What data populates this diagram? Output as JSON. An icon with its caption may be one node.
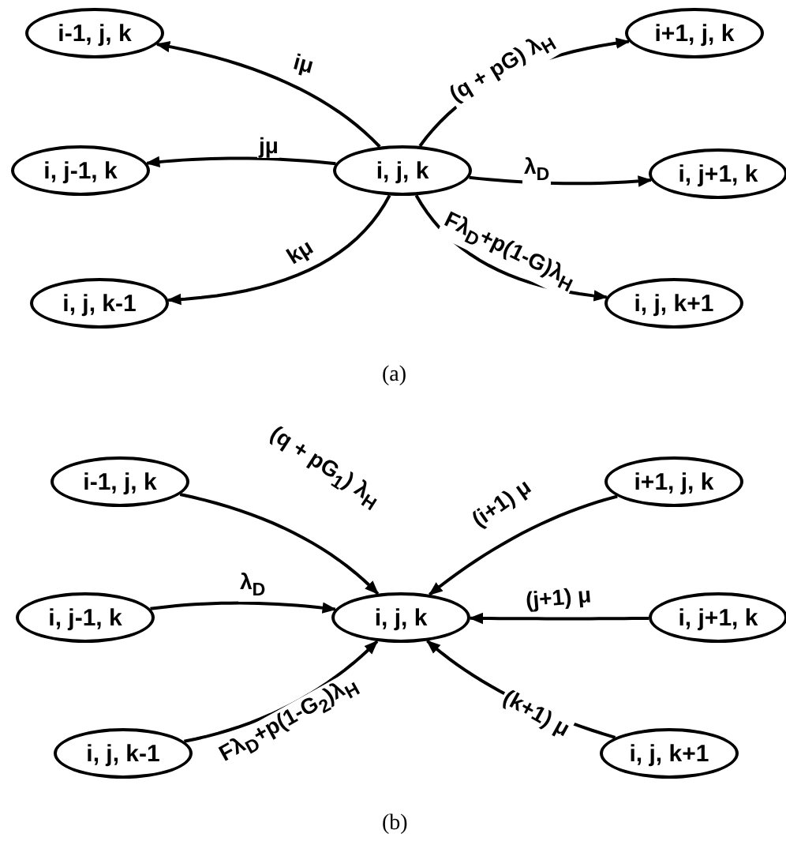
{
  "diagram": {
    "nodes": [
      {
        "text": [
          "i-1, j, k"
        ]
      },
      {
        "text": [
          "i+1, j, k"
        ]
      },
      {
        "text": [
          "i, j-1, k"
        ]
      },
      {
        "text": [
          "i, j, k"
        ]
      },
      {
        "text": [
          "i, j+1, k"
        ]
      },
      {
        "text": [
          "i, j, k-1"
        ]
      },
      {
        "text": [
          "i, j, k+1"
        ]
      },
      {
        "text": [
          "i-1, j, k"
        ]
      },
      {
        "text": [
          "i+1, j, k"
        ]
      },
      {
        "text": [
          "i, j-1, k"
        ]
      },
      {
        "text": [
          "i, j, k"
        ]
      },
      {
        "text": [
          "i, j+1, k"
        ]
      },
      {
        "text": [
          "i, j, k-1"
        ]
      },
      {
        "text": [
          "i, j, k+1"
        ]
      }
    ],
    "edges": [
      {
        "from": 3,
        "to": 0,
        "arrow": "to",
        "label": "iμ"
      },
      {
        "from": 3,
        "to": 1,
        "arrow": "to",
        "label": "(q + pG) λ$_{H}$"
      },
      {
        "from": 3,
        "to": 2,
        "arrow": "to",
        "label": "jμ"
      },
      {
        "from": 3,
        "to": 4,
        "arrow": "to",
        "label": "λ$_{D}$"
      },
      {
        "from": 3,
        "to": 5,
        "arrow": "to",
        "label": "kμ"
      },
      {
        "from": 3,
        "to": 6,
        "arrow": "to",
        "label": "Fλ$_{D}$+p(1-G)λ$_{H}$"
      },
      {
        "from": 7,
        "to": 10,
        "arrow": "to",
        "label": "(q + pG$_{1}$) λ$_{H}$"
      },
      {
        "from": 8,
        "to": 10,
        "arrow": "to",
        "label": "(i+1) μ"
      },
      {
        "from": 9,
        "to": 10,
        "arrow": "to",
        "label": "λ$_{D}$"
      },
      {
        "from": 11,
        "to": 10,
        "arrow": "to",
        "label": "(j+1) μ"
      },
      {
        "from": 12,
        "to": 10,
        "arrow": "to",
        "label": "Fλ$_{D}$+p(1-G$_{2}$)λ$_{H}$"
      },
      {
        "from": 13,
        "to": 10,
        "arrow": "to",
        "label": "(k+1) μ"
      }
    ],
    "labels": [
      "(a)",
      "(b)"
    ]
  }
}
